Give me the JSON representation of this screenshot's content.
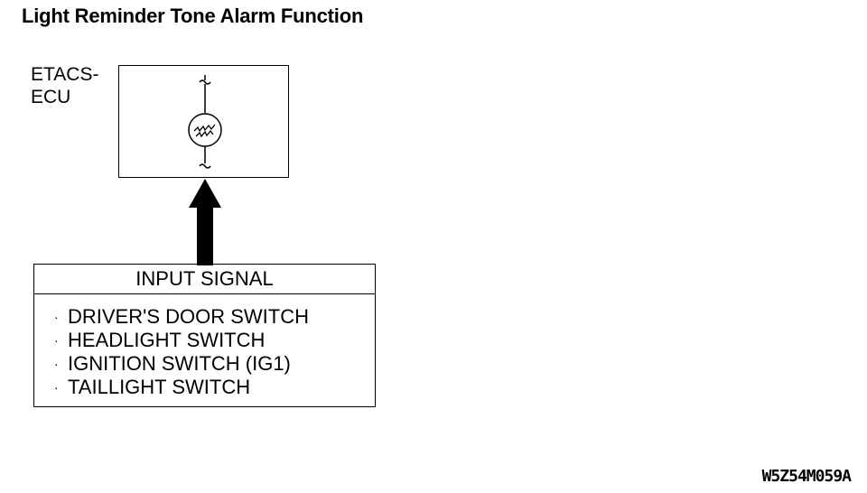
{
  "title": "Light Reminder Tone Alarm Function",
  "ecu": {
    "label_line1": "ETACS-",
    "label_line2": "ECU",
    "component_icon": "buzzer-icon"
  },
  "connector_icon": "arrow-up-icon",
  "input": {
    "header": "INPUT SIGNAL",
    "bullet": "·",
    "items": [
      "DRIVER'S DOOR SWITCH",
      "HEADLIGHT SWITCH",
      "IGNITION SWITCH (IG1)",
      "TAILLIGHT SWITCH"
    ]
  },
  "figure_code": "W5Z54M059A"
}
